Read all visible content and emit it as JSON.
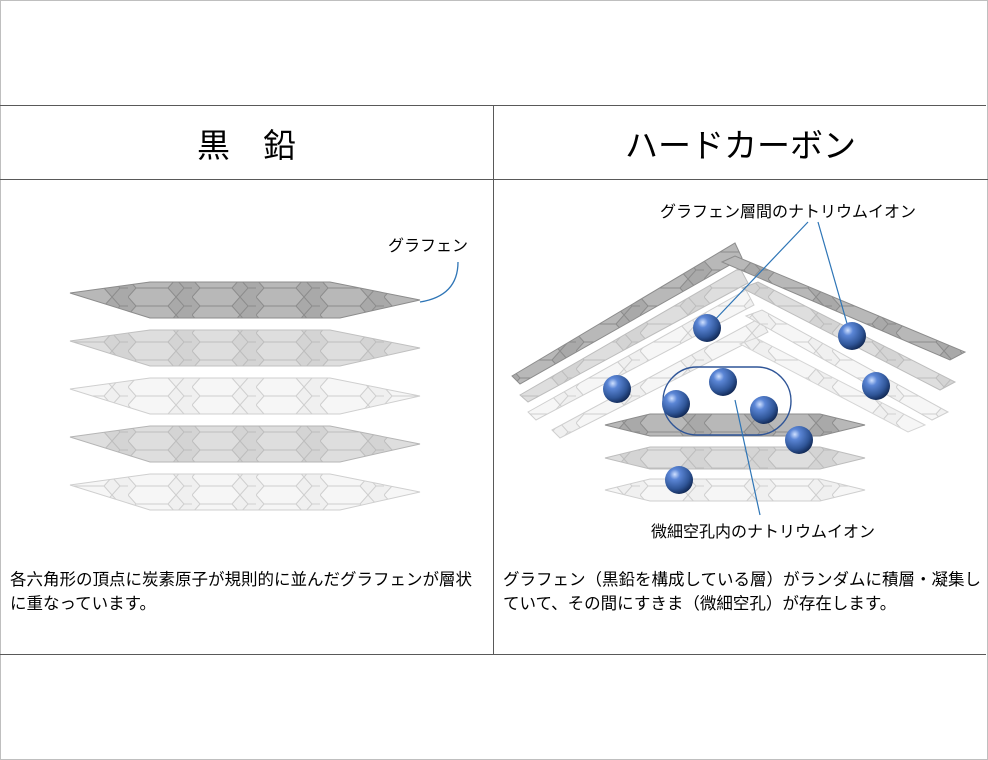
{
  "headers": {
    "graphite": "黒　鉛",
    "hard_carbon": "ハードカーボン"
  },
  "labels": {
    "graphene": "グラフェン",
    "interlayer_sodium": "グラフェン層間のナトリウムイオン",
    "micropore_sodium": "微細空孔内のナトリウムイオン"
  },
  "descriptions": {
    "graphite": "各六角形の頂点に炭素原子が規則的に並んだグラフェンが層状に重なっています。",
    "hard_carbon": "グラフェン（黒鉛を構成している層）がランダムに積層・凝集していて、その間にすきま（微細空孔）が存在します。"
  },
  "colors": {
    "sheet_dark": "#a6a6a6",
    "sheet_mid": "#d0d0d0",
    "sheet_light": "#ececec",
    "sodium_ion": "#2f5597",
    "leader_line": "#2e75b6"
  }
}
